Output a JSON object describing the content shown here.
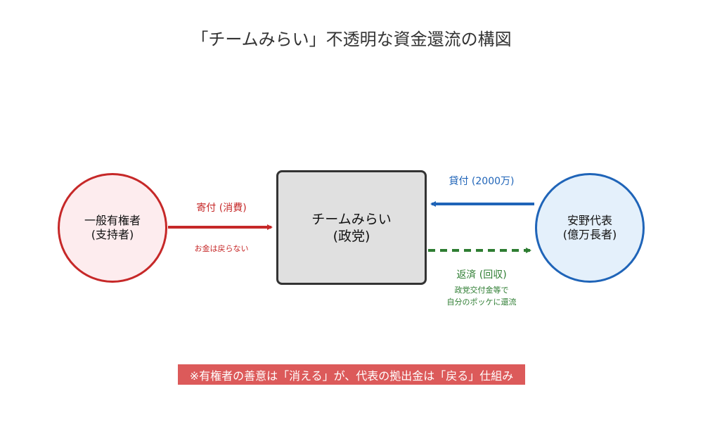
{
  "title": "「チームみらい」不透明な資金還流の構図",
  "nodes": {
    "voters": {
      "line1": "一般有権者",
      "line2": "(支持者)"
    },
    "party": {
      "line1": "チームみらい",
      "line2": "(政党)"
    },
    "anno": {
      "line1": "安野代表",
      "line2": "(億万長者)"
    }
  },
  "flows": {
    "donation": {
      "label": "寄付 (消費)",
      "sub": "お金は戻らない",
      "color": "#c62828"
    },
    "loan": {
      "label": "貸付 (2000万)",
      "color": "#1f64b8"
    },
    "repayment": {
      "label": "返済 (回収)",
      "sub1": "政党交付金等で",
      "sub2": "自分のポッケに還流",
      "color": "#2e7d32"
    }
  },
  "footnote": "※有権者の善意は「消える」が、代表の拠出金は「戻る」仕組み"
}
